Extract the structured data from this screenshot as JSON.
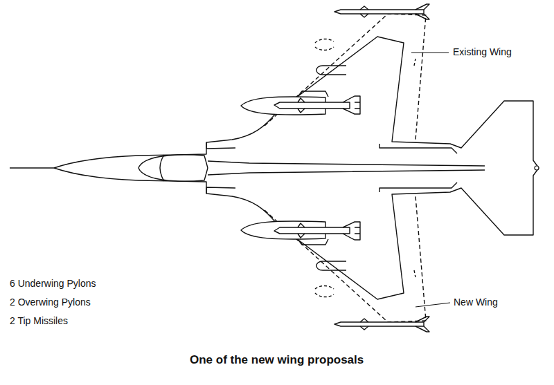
{
  "diagram": {
    "caption": "One of the new wing proposals",
    "labels": [
      "Existing Wing",
      "New Wing",
      "6 Underwing Pylons",
      "2 Overwing Pylons",
      "2 Tip Missiles"
    ]
  }
}
